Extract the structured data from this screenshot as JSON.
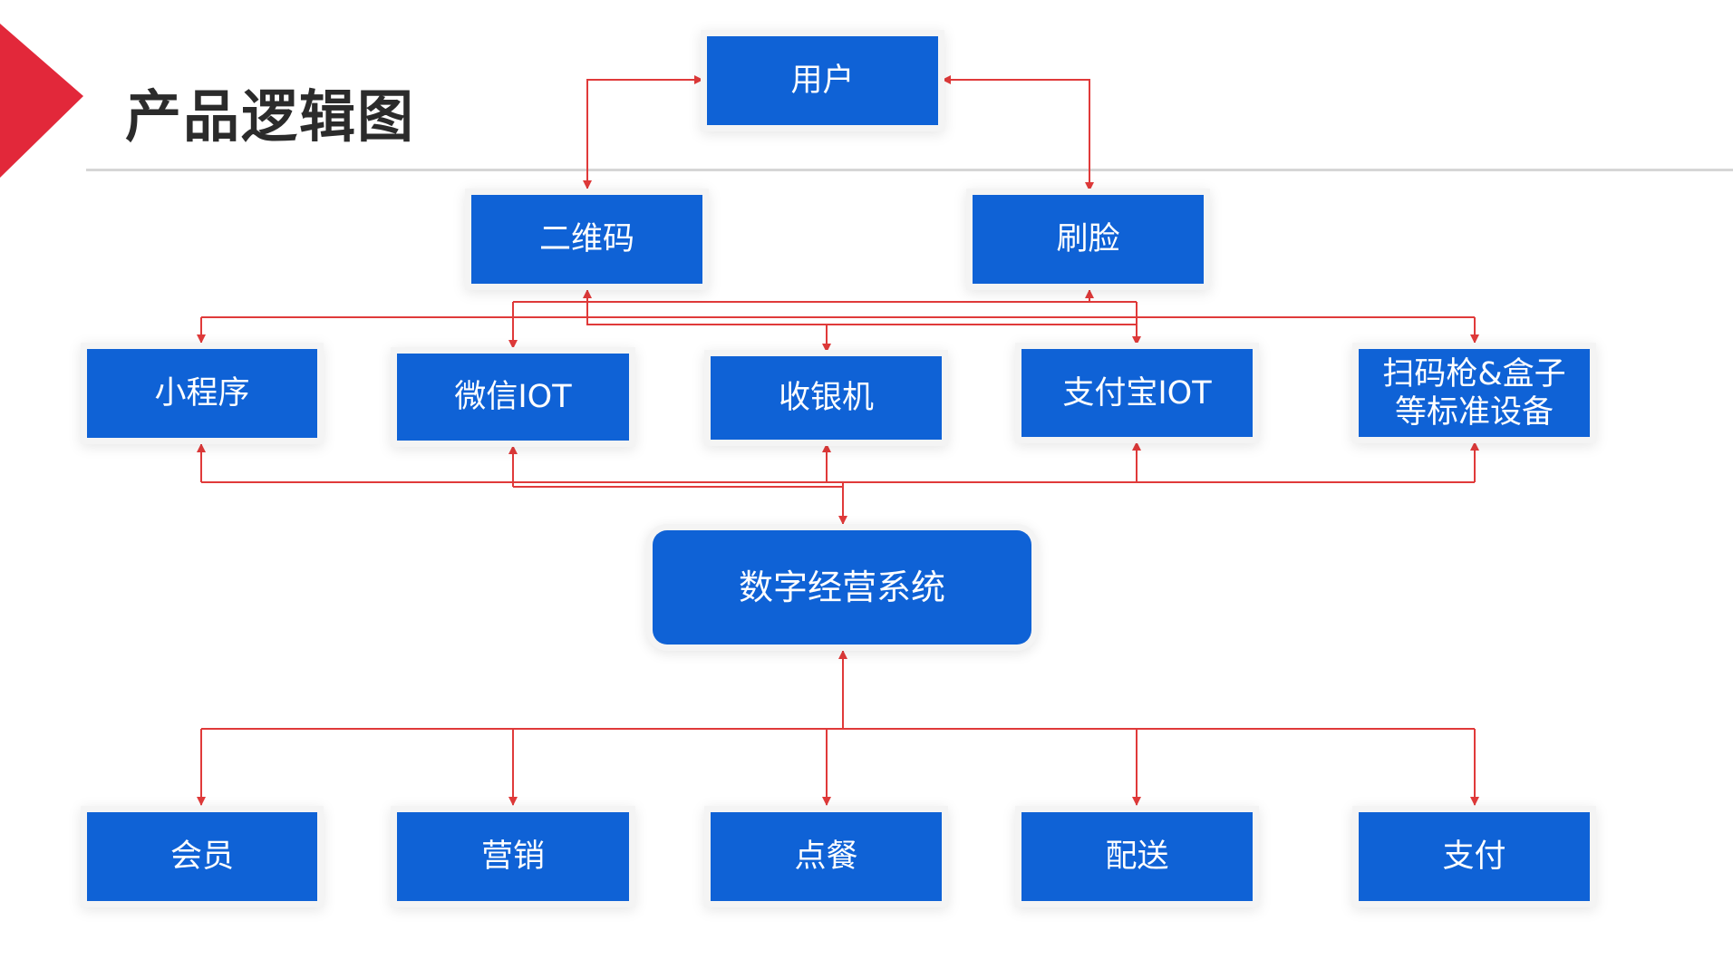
{
  "title": "产品逻辑图",
  "colors": {
    "node_fill": "#0f62d6",
    "node_text": "#ffffff",
    "connector": "#e03a3a",
    "accent_triangle": "#e2283a",
    "title_text": "#2b2b2b"
  },
  "nodes": {
    "user": "用户",
    "qrcode": "二维码",
    "face_scan": "刷脸",
    "mini_program": "小程序",
    "wechat_iot": "微信IOT",
    "cash_register": "收银机",
    "alipay_iot": "支付宝IOT",
    "scanner_box": "扫码枪&盒子\n等标准设备",
    "digital_ops_system": "数字经营系统",
    "membership": "会员",
    "marketing": "营销",
    "ordering": "点餐",
    "delivery": "配送",
    "payment": "支付"
  },
  "edges": [
    {
      "from": "user",
      "to": "qrcode",
      "bidirectional": true
    },
    {
      "from": "user",
      "to": "face_scan",
      "bidirectional": true
    },
    {
      "from": "qrcode",
      "to": "mini_program"
    },
    {
      "from": "qrcode",
      "to": "wechat_iot"
    },
    {
      "from": "qrcode",
      "to": "cash_register"
    },
    {
      "from": "qrcode",
      "to": "alipay_iot"
    },
    {
      "from": "qrcode",
      "to": "scanner_box"
    },
    {
      "from": "face_scan",
      "to": "wechat_iot"
    },
    {
      "from": "face_scan",
      "to": "cash_register"
    },
    {
      "from": "face_scan",
      "to": "alipay_iot"
    },
    {
      "from": "digital_ops_system",
      "to": "mini_program",
      "bidirectional": true
    },
    {
      "from": "digital_ops_system",
      "to": "wechat_iot",
      "bidirectional": true
    },
    {
      "from": "digital_ops_system",
      "to": "cash_register",
      "bidirectional": true
    },
    {
      "from": "digital_ops_system",
      "to": "alipay_iot",
      "bidirectional": true
    },
    {
      "from": "digital_ops_system",
      "to": "scanner_box",
      "bidirectional": true
    },
    {
      "from": "digital_ops_system",
      "to": "membership",
      "bidirectional": true
    },
    {
      "from": "digital_ops_system",
      "to": "marketing",
      "bidirectional": true
    },
    {
      "from": "digital_ops_system",
      "to": "ordering",
      "bidirectional": true
    },
    {
      "from": "digital_ops_system",
      "to": "delivery",
      "bidirectional": true
    },
    {
      "from": "digital_ops_system",
      "to": "payment",
      "bidirectional": true
    }
  ]
}
